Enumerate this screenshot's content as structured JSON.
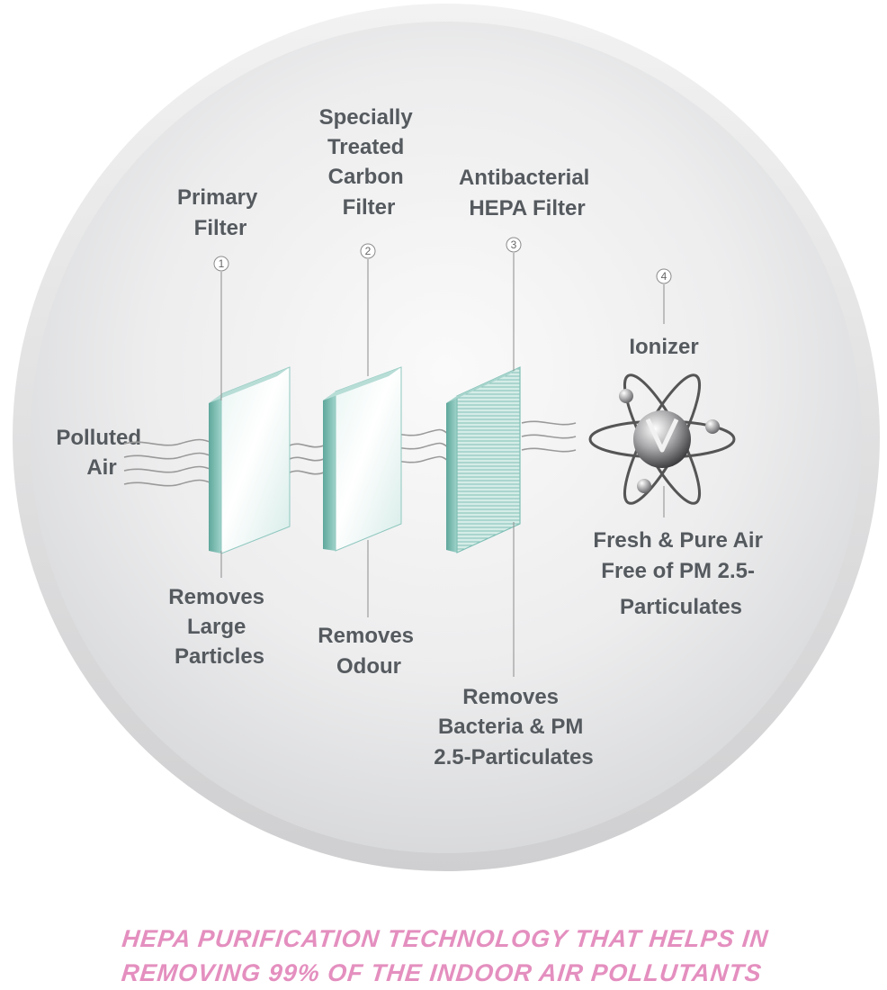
{
  "diagram": {
    "input_label": [
      "Polluted",
      "Air"
    ],
    "stages": [
      {
        "number": "1",
        "name": [
          "Primary",
          "Filter"
        ],
        "effect": [
          "Removes",
          "Large",
          "Particles"
        ]
      },
      {
        "number": "2",
        "name": [
          "Specially",
          "Treated",
          "Carbon",
          "Filter"
        ],
        "effect": [
          "Removes",
          "Odour"
        ]
      },
      {
        "number": "3",
        "name": [
          "Antibacterial",
          "HEPA Filter"
        ],
        "effect": [
          "Removes",
          "Bacteria & PM",
          "2.5-Particulates"
        ]
      },
      {
        "number": "4",
        "name": [
          "Ionizer"
        ],
        "effect": [
          "Fresh & Pure Air",
          "Free of PM 2.5-",
          "Particulates"
        ]
      }
    ]
  },
  "caption": {
    "line1": "HEPA PURIFICATION TECHNOLOGY THAT HELPS IN",
    "line2": "REMOVING 99% OF THE INDOOR AIR POLLUTANTS"
  },
  "colors": {
    "caption": "#e48fbf",
    "label": "#555a5f",
    "filter_glass": "#7fbfb5"
  }
}
